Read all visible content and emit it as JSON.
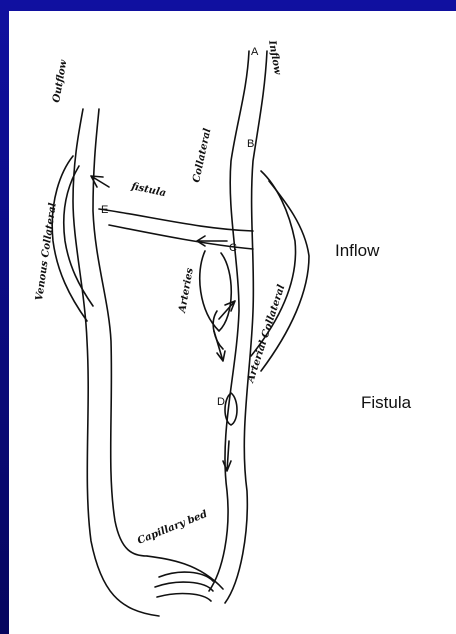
{
  "background_color": "#0a0a7a",
  "panel_color": "#ffffff",
  "side_labels": {
    "inflow": "Inflow",
    "fistula": "Fistula"
  },
  "diagram": {
    "points": {
      "a": "A",
      "b": "B",
      "c": "C",
      "d": "D",
      "e": "E"
    },
    "vessel_labels": {
      "outflow": "Outflow",
      "inflow": "Inflow",
      "collateral": "Collateral",
      "fistula": "fistula",
      "venous_collateral": "Venous Collateral",
      "arteries": "Arteries",
      "arterial_collateral": "Arterial Collateral",
      "capillary_bed": "Capillary bed"
    }
  }
}
